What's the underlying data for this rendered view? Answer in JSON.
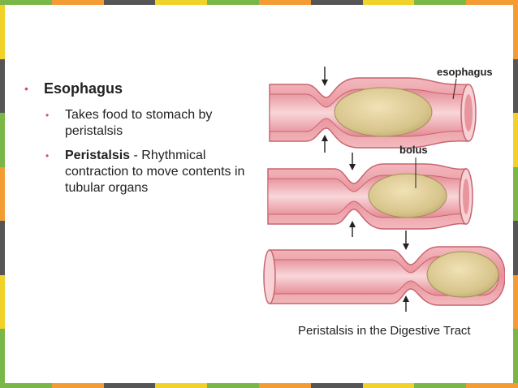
{
  "border_colors": {
    "top": [
      "#7ab648",
      "#f39c34",
      "#555555",
      "#f0d22b",
      "#7ab648",
      "#f39c34",
      "#555555",
      "#f0d22b",
      "#7ab648",
      "#f39c34"
    ],
    "bottom": [
      "#7ab648",
      "#f39c34",
      "#555555",
      "#f0d22b",
      "#7ab648",
      "#f39c34",
      "#555555",
      "#f0d22b",
      "#7ab648",
      "#f39c34"
    ],
    "left": [
      "#f0d22b",
      "#555555",
      "#7ab648",
      "#f39c34",
      "#555555",
      "#f0d22b",
      "#7ab648"
    ],
    "right": [
      "#f39c34",
      "#555555",
      "#f0d22b",
      "#7ab648",
      "#555555",
      "#f39c34",
      "#7ab648"
    ]
  },
  "accent": "#e0447a",
  "bullets": {
    "heading": "Esophagus",
    "sub1": "Takes food to stomach by peristalsis",
    "sub2_bold": "Peristalsis",
    "sub2_rest": " - Rhythmical contraction to move contents in tubular organs"
  },
  "figure": {
    "label_esophagus": "esophagus",
    "label_bolus": "bolus",
    "caption": "Peristalsis in the Digestive Tract"
  }
}
